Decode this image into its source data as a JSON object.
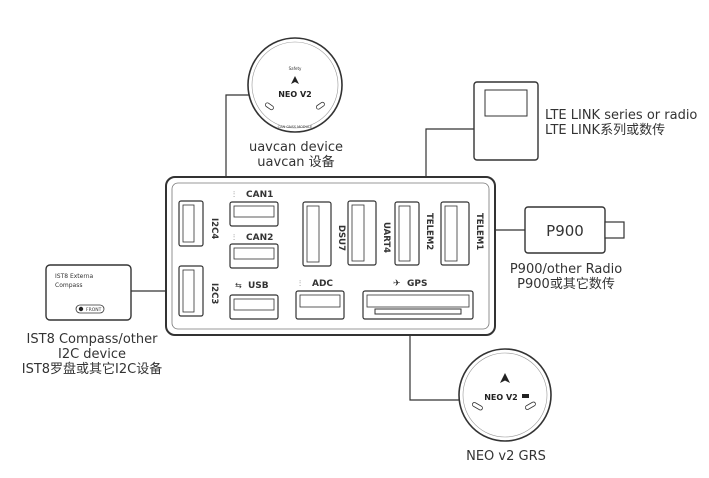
{
  "ports": {
    "can1": "CAN1",
    "can2": "CAN2",
    "i2c4": "I2C4",
    "i2c3": "I2C3",
    "usb": "USB",
    "dsu7": "DSU7",
    "uart4": "UART4",
    "telem2": "TELEM2",
    "telem1": "TELEM1",
    "adc": "ADC",
    "gps": "GPS"
  },
  "devices": {
    "uavcan": {
      "line1": "uavcan device",
      "line2": "uavcan 设备",
      "badge": "NEO V2",
      "ring_text": "CAN GNSS MODULE",
      "small_text": "Safety"
    },
    "lte": {
      "line1": "LTE LINK series or radio",
      "line2": "LTE LINK系列或数传"
    },
    "p900": {
      "box": "P900",
      "line1": "P900/other Radio",
      "line2": "P900或其它数传"
    },
    "ist8": {
      "box_line1": "IST8 Externa",
      "box_line2": "Compass",
      "front": "FRONT",
      "line1": "IST8 Compass/other",
      "line2": "I2C device",
      "line3": "IST8罗盘或其它I2C设备"
    },
    "neo": {
      "badge": "NEO V2",
      "label": "NEO v2 GRS"
    }
  }
}
